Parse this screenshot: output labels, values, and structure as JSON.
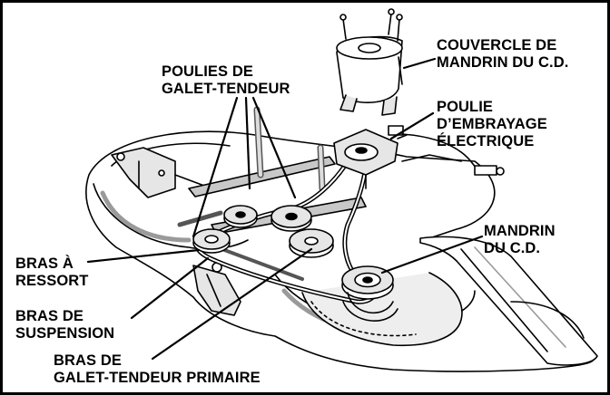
{
  "labels": {
    "couvercle": [
      "COUVERCLE DE",
      "MANDRIN DU C.D."
    ],
    "poulies_galet": [
      "POULIES DE",
      "GALET-TENDEUR"
    ],
    "poulie_embrayage": [
      "POULIE",
      "D’EMBRAYAGE",
      "ÉLECTRIQUE"
    ],
    "mandrin": [
      "MANDRIN",
      "DU C.D."
    ],
    "bras_ressort": [
      "BRAS À",
      "RESSORT"
    ],
    "bras_suspension": [
      "BRAS DE",
      "SUSPENSION"
    ],
    "bras_galet_primaire": [
      "BRAS DE",
      "GALET-TENDEUR PRIMAIRE"
    ]
  },
  "colors": {
    "line": "#000000",
    "background": "#ffffff",
    "shade": "#e6e6e6",
    "dark": "#9a9a9a"
  }
}
